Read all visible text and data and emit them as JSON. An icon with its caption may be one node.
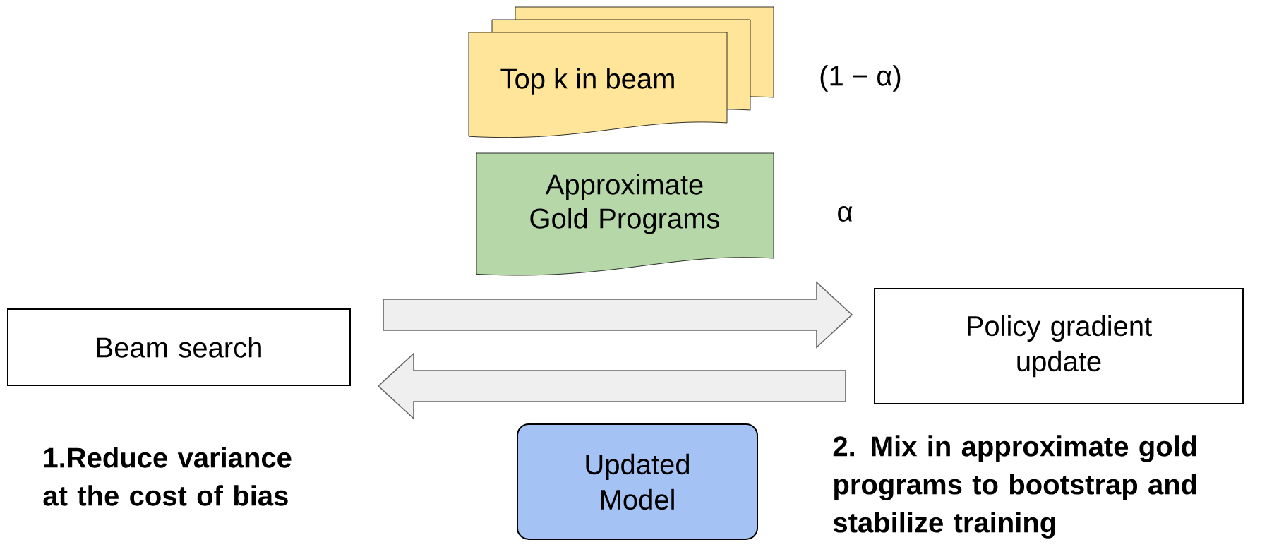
{
  "diagram": {
    "nodes": [
      {
        "text": [
          "Top k in beam"
        ],
        "beside": [
          "(1 − α)"
        ]
      },
      {
        "text": [
          "Approximate Gold Programs"
        ],
        "beside": [
          "α"
        ]
      },
      {
        "text": [
          "Beam search"
        ]
      },
      {
        "text": [
          "Policy gradient update"
        ]
      },
      {
        "text": [
          "Updated Model"
        ]
      }
    ],
    "edges": [
      {
        "from": 2,
        "to": 3,
        "arrow": "to"
      },
      {
        "from": 3,
        "to": 2,
        "arrow": "to"
      }
    ],
    "labels": [
      "1.Reduce variance at the cost of bias",
      "2. Mix in approximate gold programs to bootstrap and stabilize training"
    ]
  }
}
